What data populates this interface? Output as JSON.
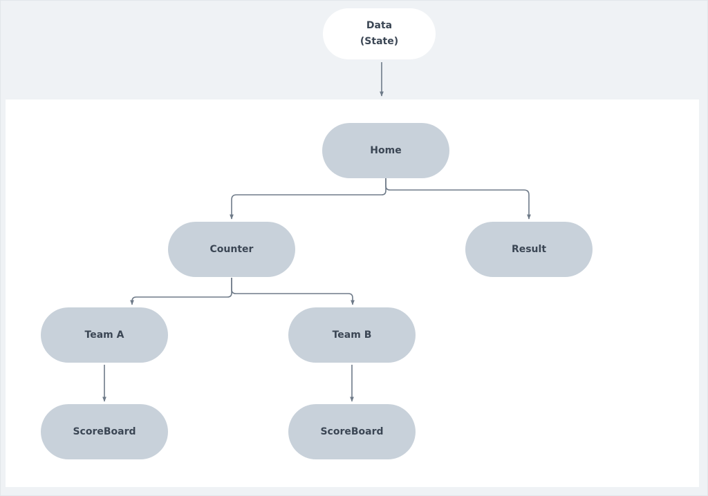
{
  "nodes": {
    "data": {
      "line1": "Data",
      "line2": "(State)"
    },
    "home": "Home",
    "counter": "Counter",
    "result": "Result",
    "team_a": "Team A",
    "team_b": "Team B",
    "scoreboard_a": "ScoreBoard",
    "scoreboard_b": "ScoreBoard"
  },
  "edges": [
    {
      "from": "data",
      "to": "home"
    },
    {
      "from": "home",
      "to": "counter"
    },
    {
      "from": "home",
      "to": "result"
    },
    {
      "from": "counter",
      "to": "team_a"
    },
    {
      "from": "counter",
      "to": "team_b"
    },
    {
      "from": "team_a",
      "to": "scoreboard_a"
    },
    {
      "from": "team_b",
      "to": "scoreboard_b"
    }
  ],
  "colors": {
    "background": "#eff2f5",
    "canvas": "#ffffff",
    "node_fill": "#c8d1da",
    "node_text": "#3b4654",
    "connector": "#6e7a88"
  }
}
